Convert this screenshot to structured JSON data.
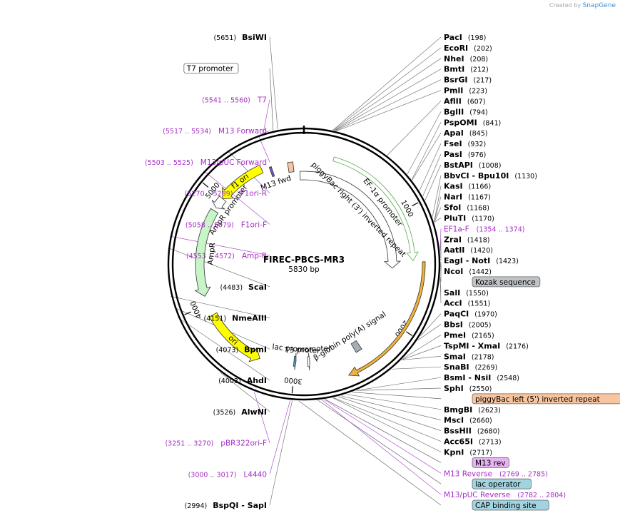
{
  "credit": {
    "prefix": "Created by",
    "brand": "SnapGene"
  },
  "plasmid": {
    "name": "FIREC-PBCS-MR3",
    "length": "5830 bp",
    "total_bp": 5830
  },
  "ticks": [
    {
      "bp": 1000,
      "label": "1000"
    },
    {
      "bp": 2000,
      "label": "2000"
    },
    {
      "bp": 3000,
      "label": "3000"
    },
    {
      "bp": 4000,
      "label": "4000"
    },
    {
      "bp": 5000,
      "label": "5000"
    }
  ],
  "labels": [
    {
      "kind": "enzyme",
      "side": "L",
      "name": "BsiWI",
      "pos": "(5651)",
      "bp": 5651
    },
    {
      "kind": "feature",
      "side": "L",
      "text": "T7 promoter",
      "bp": 5620,
      "color": "#ffffff"
    },
    {
      "kind": "primer",
      "side": "L",
      "text": "T7",
      "range": "(5541 .. 5560)",
      "bp": 5550
    },
    {
      "kind": "primer",
      "side": "L",
      "text": "M13 Forward",
      "range": "(5517 .. 5534)",
      "bp": 5525
    },
    {
      "kind": "primer",
      "side": "L",
      "text": "M13/pUC Forward",
      "range": "(5503 .. 5525)",
      "bp": 5514
    },
    {
      "kind": "primer",
      "side": "L",
      "text": "F1ori-R",
      "range": "(5270 .. 5289)",
      "bp": 5280
    },
    {
      "kind": "primer",
      "side": "L",
      "text": "F1ori-F",
      "range": "(5058 .. 5079)",
      "bp": 5068
    },
    {
      "kind": "primer",
      "side": "L",
      "text": "Amp-R",
      "range": "(4553 .. 4572)",
      "bp": 4562
    },
    {
      "kind": "enzyme",
      "side": "L",
      "name": "ScaI",
      "pos": "(4483)",
      "bp": 4483
    },
    {
      "kind": "enzyme",
      "side": "L",
      "name": "NmeAIII",
      "pos": "(4151)",
      "bp": 4151
    },
    {
      "kind": "enzyme",
      "side": "L",
      "name": "BpmI",
      "pos": "(4073)",
      "bp": 4073
    },
    {
      "kind": "enzyme",
      "side": "L",
      "name": "AhdI",
      "pos": "(4003)",
      "bp": 4003
    },
    {
      "kind": "enzyme",
      "side": "L",
      "name": "AlwNI",
      "pos": "(3526)",
      "bp": 3526
    },
    {
      "kind": "primer",
      "side": "L",
      "text": "pBR322ori-F",
      "range": "(3251 .. 3270)",
      "bp": 3260
    },
    {
      "kind": "primer",
      "side": "L",
      "text": "L4440",
      "range": "(3000 .. 3017)",
      "bp": 3008
    },
    {
      "kind": "enzyme2",
      "side": "L",
      "name": "BspQI",
      "name2": "SapI",
      "pos": "(2994)",
      "bp": 2994
    },
    {
      "kind": "feature",
      "side": "R",
      "text": "CAP binding site",
      "bp": 2950,
      "color": "#a2d4e0"
    },
    {
      "kind": "primer",
      "side": "R",
      "text": "M13/pUC Reverse",
      "range": "(2782 .. 2804)",
      "bp": 2793
    },
    {
      "kind": "feature",
      "side": "R",
      "text": "lac operator",
      "bp": 2820,
      "color": "#a2d4e0"
    },
    {
      "kind": "primer",
      "side": "R",
      "text": "M13 Reverse",
      "range": "(2769 .. 2785)",
      "bp": 2777
    },
    {
      "kind": "feature",
      "side": "R",
      "text": "M13 rev",
      "bp": 2770,
      "color": "#e4b3f0"
    },
    {
      "kind": "enzyme",
      "side": "R",
      "name": "KpnI",
      "pos": "(2717)",
      "bp": 2717
    },
    {
      "kind": "enzyme",
      "side": "R",
      "name": "Acc65I",
      "pos": "(2713)",
      "bp": 2713
    },
    {
      "kind": "enzyme",
      "side": "R",
      "name": "BssHII",
      "pos": "(2680)",
      "bp": 2680
    },
    {
      "kind": "enzyme",
      "side": "R",
      "name": "MscI",
      "pos": "(2660)",
      "bp": 2660
    },
    {
      "kind": "enzyme",
      "side": "R",
      "name": "BmgBI",
      "pos": "(2623)",
      "bp": 2623
    },
    {
      "kind": "feature",
      "side": "R",
      "text": "piggyBac left (5') inverted repeat",
      "bp": 2580,
      "color": "#f7c59f"
    },
    {
      "kind": "enzyme",
      "side": "R",
      "name": "SphI",
      "pos": "(2550)",
      "bp": 2550
    },
    {
      "kind": "enzyme2",
      "side": "R",
      "name": "BsmI",
      "name2": "NsiI",
      "pos": "(2548)",
      "bp": 2548
    },
    {
      "kind": "enzyme",
      "side": "R",
      "name": "SnaBI",
      "pos": "(2269)",
      "bp": 2269
    },
    {
      "kind": "enzyme",
      "side": "R",
      "name": "SmaI",
      "pos": "(2178)",
      "bp": 2178
    },
    {
      "kind": "enzyme2",
      "side": "R",
      "name": "TspMI",
      "name2": "XmaI",
      "pos": "(2176)",
      "bp": 2176
    },
    {
      "kind": "enzyme",
      "side": "R",
      "name": "PmeI",
      "pos": "(2165)",
      "bp": 2165
    },
    {
      "kind": "enzyme",
      "side": "R",
      "name": "BbsI",
      "pos": "(2005)",
      "bp": 2005
    },
    {
      "kind": "enzyme",
      "side": "R",
      "name": "PaqCI",
      "pos": "(1970)",
      "bp": 1970
    },
    {
      "kind": "enzyme",
      "side": "R",
      "name": "AccI",
      "pos": "(1551)",
      "bp": 1551
    },
    {
      "kind": "enzyme",
      "side": "R",
      "name": "SalI",
      "pos": "(1550)",
      "bp": 1550
    },
    {
      "kind": "feature",
      "side": "R",
      "text": "Kozak sequence",
      "bp": 1460,
      "color": "#c0c4c8"
    },
    {
      "kind": "enzyme",
      "side": "R",
      "name": "NcoI",
      "pos": "(1442)",
      "bp": 1442
    },
    {
      "kind": "enzyme2",
      "side": "R",
      "name": "EagI",
      "name2": "NotI",
      "pos": "(1423)",
      "bp": 1423
    },
    {
      "kind": "enzyme",
      "side": "R",
      "name": "AatII",
      "pos": "(1420)",
      "bp": 1420
    },
    {
      "kind": "enzyme",
      "side": "R",
      "name": "ZraI",
      "pos": "(1418)",
      "bp": 1418
    },
    {
      "kind": "primer",
      "side": "R",
      "text": "EF1a-F",
      "range": "(1354 .. 1374)",
      "bp": 1364
    },
    {
      "kind": "enzyme",
      "side": "R",
      "name": "PluTI",
      "pos": "(1170)",
      "bp": 1170
    },
    {
      "kind": "enzyme",
      "side": "R",
      "name": "SfoI",
      "pos": "(1168)",
      "bp": 1168
    },
    {
      "kind": "enzyme",
      "side": "R",
      "name": "NarI",
      "pos": "(1167)",
      "bp": 1167
    },
    {
      "kind": "enzyme",
      "side": "R",
      "name": "KasI",
      "pos": "(1166)",
      "bp": 1166
    },
    {
      "kind": "enzyme2",
      "side": "R",
      "name": "BbvCI",
      "name2": "Bpu10I",
      "pos": "(1130)",
      "bp": 1130
    },
    {
      "kind": "enzyme",
      "side": "R",
      "name": "BstAPI",
      "pos": "(1008)",
      "bp": 1008
    },
    {
      "kind": "enzyme",
      "side": "R",
      "name": "PasI",
      "pos": "(976)",
      "bp": 976
    },
    {
      "kind": "enzyme",
      "side": "R",
      "name": "FseI",
      "pos": "(932)",
      "bp": 932
    },
    {
      "kind": "enzyme",
      "side": "R",
      "name": "ApaI",
      "pos": "(845)",
      "bp": 845
    },
    {
      "kind": "enzyme",
      "side": "R",
      "name": "PspOMI",
      "pos": "(841)",
      "bp": 841
    },
    {
      "kind": "enzyme",
      "side": "R",
      "name": "BglII",
      "pos": "(794)",
      "bp": 794
    },
    {
      "kind": "enzyme",
      "side": "R",
      "name": "AflII",
      "pos": "(607)",
      "bp": 607
    },
    {
      "kind": "enzyme",
      "side": "R",
      "name": "PmlI",
      "pos": "(223)",
      "bp": 223
    },
    {
      "kind": "enzyme",
      "side": "R",
      "name": "BsrGI",
      "pos": "(217)",
      "bp": 217
    },
    {
      "kind": "enzyme",
      "side": "R",
      "name": "BmtI",
      "pos": "(212)",
      "bp": 212
    },
    {
      "kind": "enzyme",
      "side": "R",
      "name": "NheI",
      "pos": "(208)",
      "bp": 208
    },
    {
      "kind": "enzyme",
      "side": "R",
      "name": "EcoRI",
      "pos": "(202)",
      "bp": 202
    },
    {
      "kind": "enzyme",
      "side": "R",
      "name": "PacI",
      "pos": "(198)",
      "bp": 198
    }
  ],
  "features": [
    {
      "name": "EF-1α promoter",
      "start": 255,
      "end": 1430,
      "strand": 1,
      "type": "promoter",
      "color": "#ffffff",
      "label_track": "inner"
    },
    {
      "name": "piggyBac right (3') inverted repeat",
      "start": 5790,
      "end": 1500,
      "strand": 1,
      "type": "arrow",
      "color": "#ffffff",
      "label_track": "inner"
    },
    {
      "name": "β-globin poly(A) signal",
      "start": 2360,
      "end": 2420,
      "strand": 0,
      "type": "box",
      "color": "#a7aeb6",
      "label_track": "inner"
    },
    {
      "name": "orf",
      "start": 1440,
      "end": 2560,
      "strand": 1,
      "type": "orf",
      "color": "#f0b23a",
      "label_track": "none"
    },
    {
      "name": "lac promoter",
      "start": 2990,
      "end": 3010,
      "strand": -1,
      "type": "box",
      "color": "#4aa3cf",
      "label_track": "inner"
    },
    {
      "name": "T3 promoter",
      "start": 2860,
      "end": 2880,
      "strand": -1,
      "type": "box",
      "color": "#ffffff",
      "label_track": "inner"
    },
    {
      "name": "ori",
      "start": 3320,
      "end": 3900,
      "strand": -1,
      "type": "arrow",
      "color": "#ffff00",
      "label_track": "on"
    },
    {
      "name": "AmpR promoter",
      "start": 4900,
      "end": 5000,
      "strand": -1,
      "type": "arrow",
      "color": "#ffffff",
      "label_track": "inner"
    },
    {
      "name": "AmpR",
      "start": 4080,
      "end": 4870,
      "strand": -1,
      "type": "arrow",
      "color": "#c8f5c8",
      "label_track": "inner"
    },
    {
      "name": "f1 ori",
      "start": 5000,
      "end": 5440,
      "strand": -1,
      "type": "arrow",
      "color": "#ffff00",
      "label_track": "on"
    },
    {
      "name": "M13 fwd",
      "start": 5510,
      "end": 5530,
      "strand": 0,
      "type": "box",
      "color": "#7a52c7",
      "label_track": "inner"
    },
    {
      "name": "piggyBac small",
      "start": 5680,
      "end": 5730,
      "strand": 0,
      "type": "box",
      "color": "#f7c59f",
      "label_track": "none"
    }
  ]
}
